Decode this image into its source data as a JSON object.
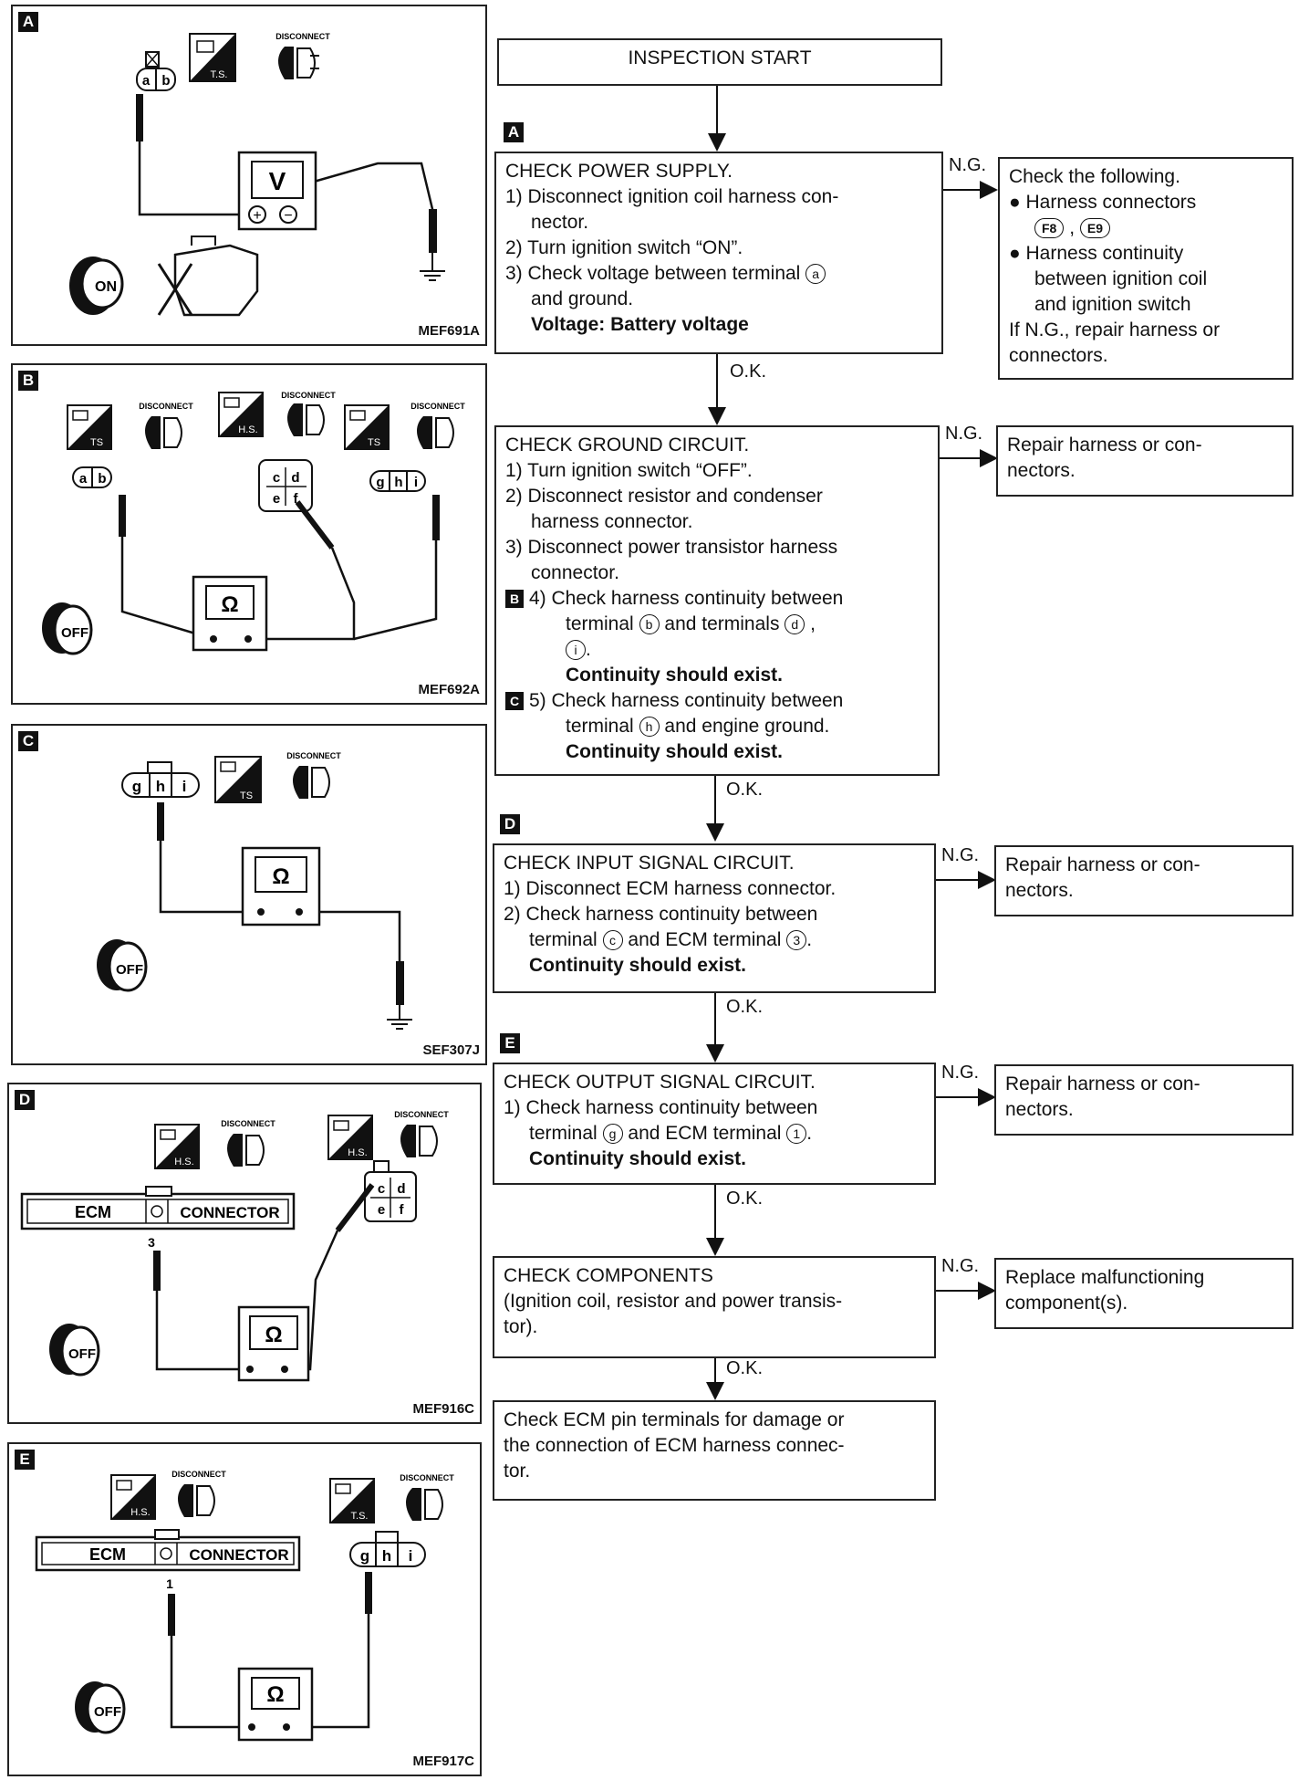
{
  "panels": {
    "A": {
      "letter": "A",
      "code": "MEF691A"
    },
    "B": {
      "letter": "B",
      "code": "MEF692A"
    },
    "C": {
      "letter": "C",
      "code": "SEF307J"
    },
    "D": {
      "letter": "D",
      "code": "MEF916C"
    },
    "E": {
      "letter": "E",
      "code": "MEF917C"
    }
  },
  "symbols": {
    "disconnect": "DISCONNECT",
    "ts": "T.S.",
    "ts_short": "TS",
    "hs": "H.S.",
    "on": "ON",
    "off": "OFF",
    "volt": "V",
    "ohm": "Ω",
    "plus": "+",
    "minus": "−",
    "ecm": "ECM",
    "connector": "CONNECTOR",
    "pin3": "3",
    "pin1": "1",
    "terminals": {
      "a": "a",
      "b": "b",
      "c": "c",
      "d": "d",
      "e": "e",
      "f": "f",
      "g": "g",
      "h": "h",
      "i": "i"
    }
  },
  "flow": {
    "start": "INSPECTION START",
    "ng": "N.G.",
    "ok": "O.K.",
    "step_letters": {
      "A": "A",
      "B": "B",
      "C": "C",
      "D": "D",
      "E": "E"
    },
    "step1": {
      "title": "CHECK POWER SUPPLY.",
      "l1": "1) Disconnect ignition coil harness con-",
      "l2": "nector.",
      "l3": "2) Turn ignition switch “ON”.",
      "l4": "3) Check voltage between terminal",
      "t_a": "a",
      "l5": "and ground.",
      "l6": "Voltage: Battery voltage"
    },
    "step1_ng": {
      "l1": "Check the following.",
      "l2": "● Harness connectors",
      "c1": "F8",
      "sep": ",",
      "c2": "E9",
      "l3": "● Harness continuity",
      "l4": "between ignition coil",
      "l5": "and ignition switch",
      "l6": "If N.G., repair harness or",
      "l7": "connectors."
    },
    "step2": {
      "title": "CHECK GROUND CIRCUIT.",
      "l1": "1) Turn ignition switch “OFF”.",
      "l2": "2) Disconnect resistor and condenser",
      "l3": "harness connector.",
      "l4": "3) Disconnect power transistor harness",
      "l5": "connector.",
      "badge_b": "B",
      "l6": "4) Check harness continuity between",
      "l7a": "terminal",
      "t_b": "b",
      "l7b": "and terminals",
      "t_d": "d",
      "l7c": ",",
      "t_i": "i",
      "l8": ".",
      "l9": "Continuity should exist.",
      "badge_c": "C",
      "l10": "5) Check harness continuity between",
      "l11a": "terminal",
      "t_h": "h",
      "l11b": "and engine ground.",
      "l12": "Continuity should exist."
    },
    "step2_ng": {
      "l1": "Repair harness or con-",
      "l2": "nectors."
    },
    "step3": {
      "title": "CHECK INPUT SIGNAL CIRCUIT.",
      "l1": "1) Disconnect ECM harness connector.",
      "l2": "2) Check harness continuity between",
      "l3a": "terminal",
      "t_c": "c",
      "l3b": "and ECM terminal",
      "t_3": "3",
      "l3c": ".",
      "l4": "Continuity should exist."
    },
    "step3_ng": {
      "l1": "Repair harness or con-",
      "l2": "nectors."
    },
    "step4": {
      "title": "CHECK OUTPUT SIGNAL CIRCUIT.",
      "l1": "1) Check harness continuity between",
      "l2a": "terminal",
      "t_g": "g",
      "l2b": "and ECM terminal",
      "t_1": "1",
      "l2c": ".",
      "l3": "Continuity should exist."
    },
    "step4_ng": {
      "l1": "Repair harness or con-",
      "l2": "nectors."
    },
    "step5": {
      "title": "CHECK COMPONENTS",
      "l1": "(Ignition coil, resistor and power transis-",
      "l2": "tor)."
    },
    "step5_ng": {
      "l1": "Replace malfunctioning",
      "l2": "component(s)."
    },
    "final": {
      "l1": "Check ECM pin terminals for damage or",
      "l2": "the connection of ECM harness connec-",
      "l3": "tor."
    }
  }
}
